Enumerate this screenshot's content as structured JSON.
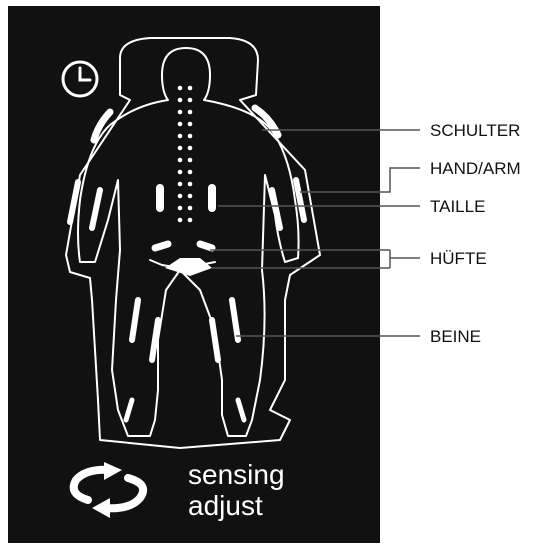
{
  "colors": {
    "panel": "#111111",
    "outline": "#ffffff",
    "text_dark": "#111111"
  },
  "icons": {
    "timer": "clock-icon",
    "cycle": "sync-arrows-icon"
  },
  "labels": {
    "shoulder": "SCHULTER",
    "hand_arm": "HAND/ARM",
    "waist": "TAILLE",
    "hip": "HÜFTE",
    "legs": "BEINE"
  },
  "mode": {
    "line1": "sensing",
    "line2": "adjust"
  }
}
